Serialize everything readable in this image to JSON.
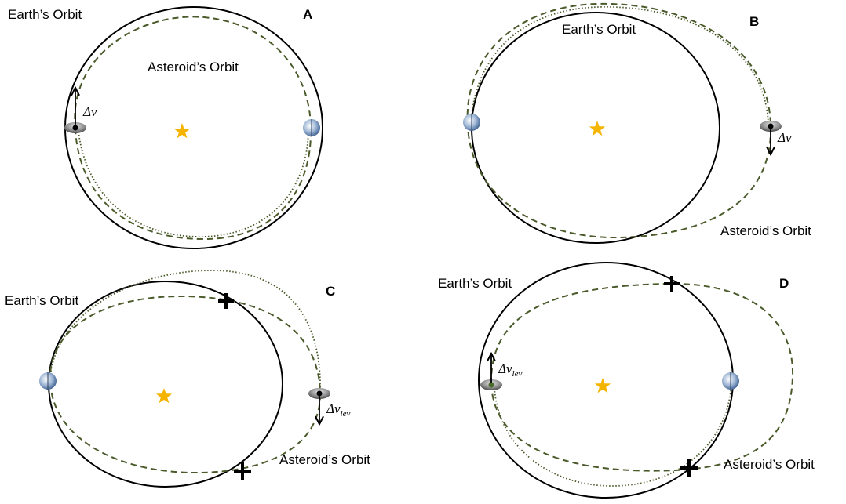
{
  "colors": {
    "earth_orbit": "#000000",
    "asteroid_orbit": "#4a5a2a",
    "sun": "#f5b400",
    "planet": "#6f8fb8"
  },
  "icons": [
    "star-icon",
    "planet-icon",
    "asteroid-icon",
    "arrow-icon",
    "cross-icon"
  ],
  "panels": [
    {
      "id": "A",
      "letter": "A",
      "earth_label": "Earth’s Orbit",
      "asteroid_label": "Asteroid’s Orbit",
      "dv_symbol": "Δv",
      "dv_sub": ""
    },
    {
      "id": "B",
      "letter": "B",
      "earth_label": "Earth’s Orbit",
      "asteroid_label": "Asteroid’s Orbit",
      "dv_symbol": "Δv",
      "dv_sub": ""
    },
    {
      "id": "C",
      "letter": "C",
      "earth_label": "Earth’s Orbit",
      "asteroid_label": "Asteroid’s Orbit",
      "dv_symbol": "Δv",
      "dv_sub": "lev"
    },
    {
      "id": "D",
      "letter": "D",
      "earth_label": "Earth’s Orbit",
      "asteroid_label": "Asteroid’s Orbit",
      "dv_symbol": "Δv",
      "dv_sub": "lev"
    }
  ]
}
